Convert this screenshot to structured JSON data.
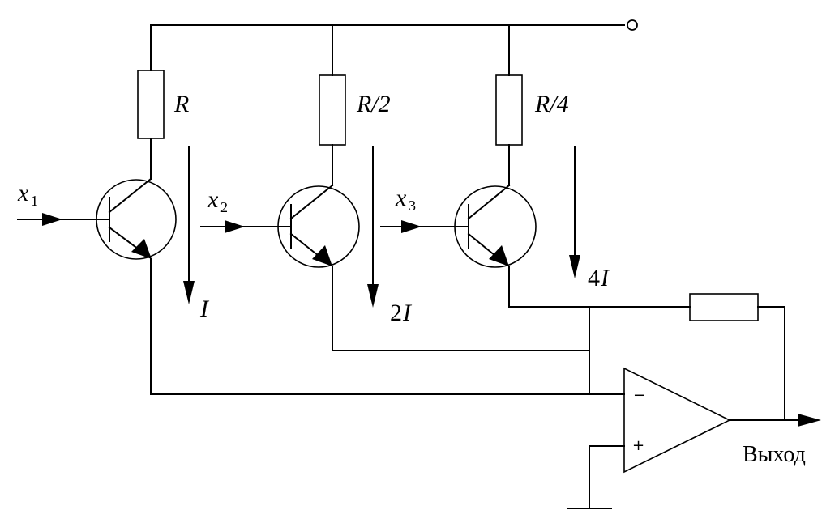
{
  "labels": {
    "r1": "R",
    "r2": "R/2",
    "r3": "R/4",
    "x1": "x",
    "x1_sub": "1",
    "x2": "x",
    "x2_sub": "2",
    "x3": "x",
    "x3_sub": "3",
    "i1": "I",
    "i2_coef": "2",
    "i2": "I",
    "i3_coef": "4",
    "i3": "I",
    "minus": "−",
    "plus": "+",
    "output": "Выход"
  }
}
